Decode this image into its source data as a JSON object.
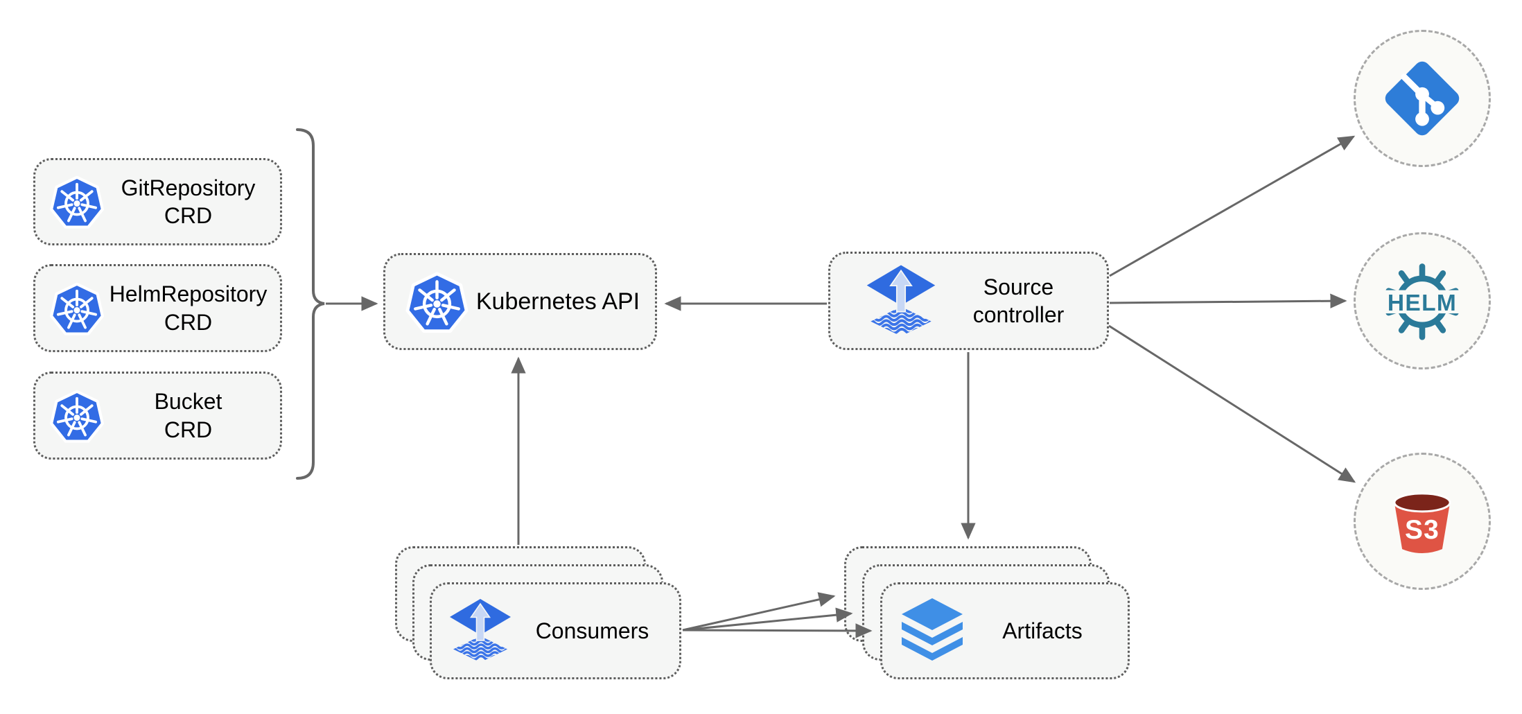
{
  "nodes": {
    "crds": [
      {
        "id": "gitrepository-crd",
        "icon": "kubernetes",
        "line1": "GitRepository",
        "line2": "CRD"
      },
      {
        "id": "helmrepository-crd",
        "icon": "kubernetes",
        "line1": "HelmRepository",
        "line2": "CRD"
      },
      {
        "id": "bucket-crd",
        "icon": "kubernetes",
        "line1": "Bucket",
        "line2": "CRD"
      }
    ],
    "kubernetes_api": {
      "icon": "kubernetes",
      "label": "Kubernetes API"
    },
    "source_controller": {
      "icon": "flux-source",
      "line1": "Source",
      "line2": "controller"
    },
    "consumers": {
      "icon": "flux-source",
      "label": "Consumers",
      "stack_count": 3
    },
    "artifacts": {
      "icon": "layers",
      "label": "Artifacts",
      "stack_count": 3
    },
    "externals": [
      {
        "id": "git",
        "icon": "git-diamond",
        "text": ""
      },
      {
        "id": "helm",
        "icon": "helm-wheel",
        "text": "HELM"
      },
      {
        "id": "s3",
        "icon": "s3-bucket",
        "text": "S3"
      }
    ]
  },
  "edges": [
    {
      "from": "crd-group",
      "to": "kubernetes-api",
      "type": "brace-arrow"
    },
    {
      "from": "source-controller",
      "to": "kubernetes-api",
      "type": "arrow"
    },
    {
      "from": "consumers",
      "to": "kubernetes-api",
      "type": "arrow"
    },
    {
      "from": "source-controller",
      "to": "artifacts",
      "type": "arrow"
    },
    {
      "from": "source-controller",
      "to": "git",
      "type": "arrow"
    },
    {
      "from": "source-controller",
      "to": "helm",
      "type": "arrow"
    },
    {
      "from": "source-controller",
      "to": "s3",
      "type": "arrow"
    },
    {
      "from": "consumers",
      "to": "artifacts",
      "type": "arrow",
      "count": 3
    }
  ],
  "colors": {
    "background": "#FFFFFF",
    "node_fill": "#F5F6F5",
    "node_border": "#5C5C5C",
    "circle_fill": "#FAFAF7",
    "circle_border": "#A8A8A8",
    "wire_gray": "#676767",
    "label_color": "#000000",
    "kubernetes_blue": "#326CE5",
    "flux_blue": "#2F6BE0",
    "flux_wave_blue": "#3B74E8",
    "flux_arrow_light": "#C7D7F5",
    "git_blue": "#2E7DD8",
    "helm_teal": "#2B7A99",
    "s3_red": "#DF5444",
    "s3_dark_red": "#7B241A",
    "layers_blue": "#3F8FE6"
  }
}
